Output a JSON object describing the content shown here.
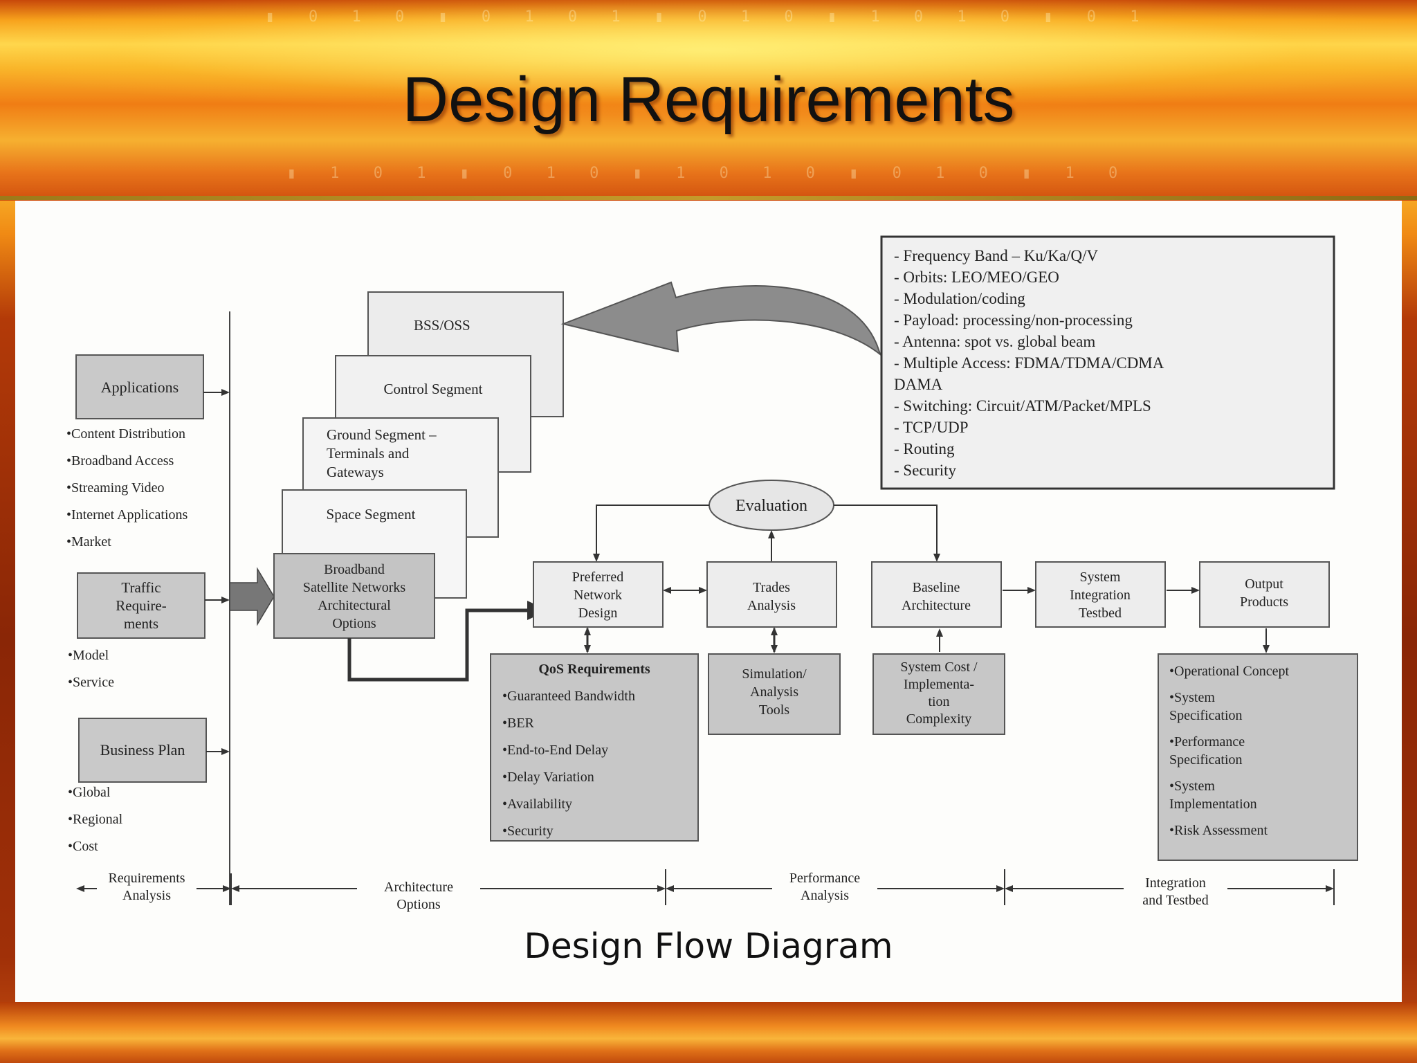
{
  "slide": {
    "title": "Design Requirements",
    "caption": "Design Flow Diagram"
  },
  "theme": {
    "banner_accent": "#f7a21c",
    "box_gray": "#c9c9c9",
    "box_light": "#ededed",
    "line": "#333333"
  },
  "diagram": {
    "requirements": {
      "applications": "Applications",
      "applications_items": [
        "•Content Distribution",
        "•Broadband Access",
        "•Streaming Video",
        "•Internet Applications",
        "•Market"
      ],
      "traffic": [
        "Traffic",
        "Require-",
        "ments"
      ],
      "traffic_items": [
        "•Model",
        "•Service"
      ],
      "business": "Business Plan",
      "business_items": [
        "•Global",
        "•Regional",
        "•Cost"
      ]
    },
    "segments": {
      "bss": "BSS/OSS",
      "control": "Control Segment",
      "ground": [
        "Ground Segment –",
        "Terminals and",
        "Gateways"
      ],
      "space": "Space Segment",
      "broadband": [
        "Broadband",
        "Satellite Networks",
        "Architectural",
        "Options"
      ]
    },
    "options_list": [
      "- Frequency Band – Ku/Ka/Q/V",
      "- Orbits: LEO/MEO/GEO",
      "- Modulation/coding",
      "- Payload: processing/non-processing",
      "- Antenna: spot vs. global beam",
      "- Multiple Access: FDMA/TDMA/CDMA",
      "DAMA",
      "- Switching: Circuit/ATM/Packet/MPLS",
      "- TCP/UDP",
      "- Routing",
      "- Security"
    ],
    "evaluation": "Evaluation",
    "flow": {
      "preferred": [
        "Preferred",
        "Network",
        "Design"
      ],
      "trades": [
        "Trades",
        "Analysis"
      ],
      "baseline": [
        "Baseline",
        "Architecture"
      ],
      "integration": [
        "System",
        "Integration",
        "Testbed"
      ],
      "output": [
        "Output",
        "Products"
      ]
    },
    "qos": {
      "title": "QoS Requirements",
      "items": [
        "•Guaranteed Bandwidth",
        "•BER",
        "•End-to-End Delay",
        "•Delay Variation",
        "•Availability",
        "•Security"
      ]
    },
    "simulation": [
      "Simulation/",
      "Analysis",
      "Tools"
    ],
    "system_cost": [
      "System Cost /",
      "Implementa-",
      "tion",
      "Complexity"
    ],
    "outputs": [
      "•Operational Concept",
      "•System",
      "Specification",
      "•Performance",
      "Specification",
      "•System",
      "Implementation",
      "•Risk Assessment"
    ],
    "phases": {
      "requirements": [
        "Requirements",
        "Analysis"
      ],
      "architecture": [
        "Architecture",
        "Options"
      ],
      "performance": [
        "Performance",
        "Analysis"
      ],
      "integration": [
        "Integration",
        "and Testbed"
      ]
    }
  }
}
